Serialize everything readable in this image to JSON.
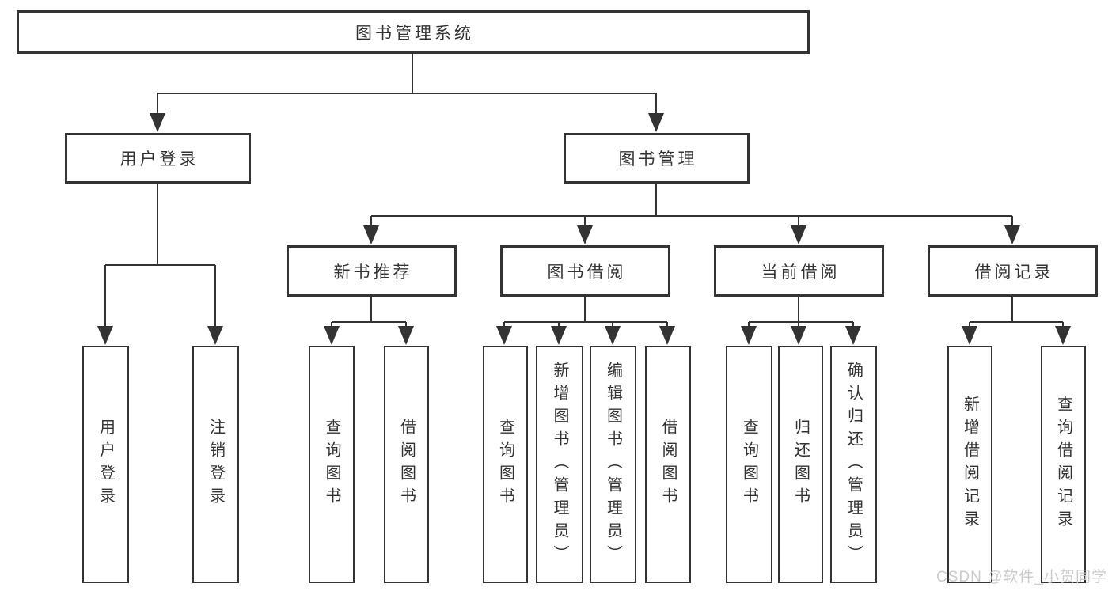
{
  "diagram": {
    "type": "tree-structure-chart",
    "line_color": "#333333",
    "text_color": "#333333",
    "background_color": "#ffffff"
  },
  "hierarchy": {
    "label": "图书管理系统",
    "children": [
      {
        "label": "用户登录",
        "children": [
          {
            "label": "用户登录"
          },
          {
            "label": "注销登录"
          }
        ]
      },
      {
        "label": "图书管理",
        "children": [
          {
            "label": "新书推荐",
            "children": [
              {
                "label": "查询图书"
              },
              {
                "label": "借阅图书"
              }
            ]
          },
          {
            "label": "图书借阅",
            "children": [
              {
                "label": "查询图书"
              },
              {
                "label": "新增图书（管理员）"
              },
              {
                "label": "编辑图书（管理员）"
              },
              {
                "label": "借阅图书"
              }
            ]
          },
          {
            "label": "当前借阅",
            "children": [
              {
                "label": "查询图书"
              },
              {
                "label": "归还图书"
              },
              {
                "label": "确认归还（管理员）"
              }
            ]
          },
          {
            "label": "借阅记录",
            "children": [
              {
                "label": "新增借阅记录"
              },
              {
                "label": "查询借阅记录"
              }
            ]
          }
        ]
      }
    ]
  },
  "watermark": {
    "text": "CSDN @软件_小贺同学",
    "color": "#c6c6c6"
  }
}
